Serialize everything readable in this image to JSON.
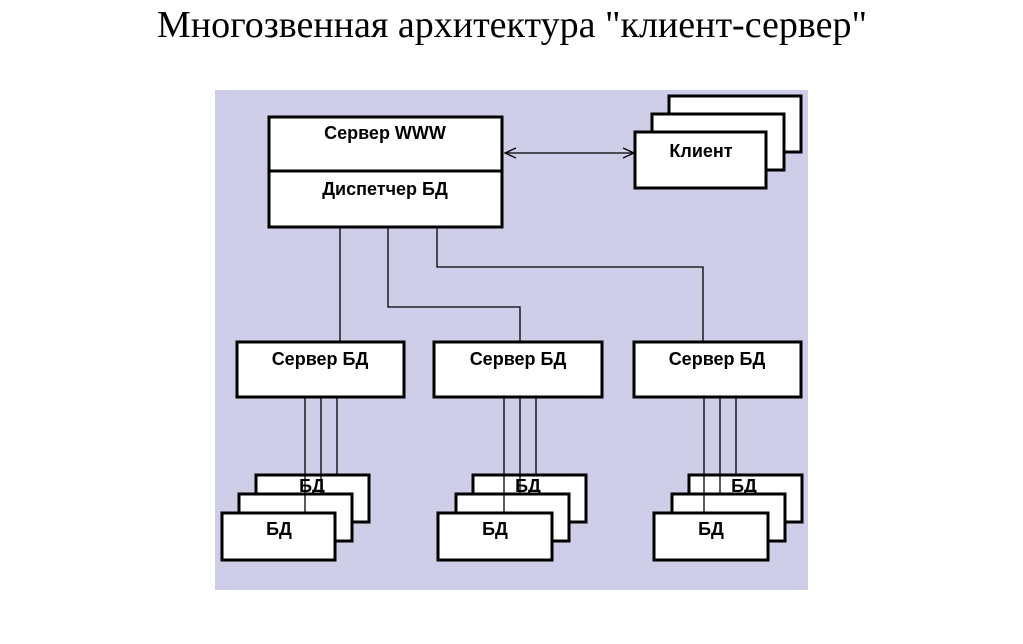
{
  "title": "Многозвенная архитектура \"клиент-сервер\"",
  "colors": {
    "page_background": "#ffffff",
    "panel": "#cecee8",
    "box_fill": "#ffffff",
    "stroke": "#000000"
  },
  "diagram": {
    "web_server": {
      "top_label": "Сервер WWW",
      "bottom_label": "Диспетчер БД"
    },
    "client": {
      "label": "Клиент"
    },
    "db_servers": [
      {
        "label": "Сервер БД",
        "db_stack": {
          "back_label": "БД",
          "front_label": "БД"
        }
      },
      {
        "label": "Сервер БД",
        "db_stack": {
          "back_label": "БД",
          "front_label": "БД"
        }
      },
      {
        "label": "Сервер БД",
        "db_stack": {
          "back_label": "БД",
          "front_label": "БД"
        }
      }
    ]
  }
}
